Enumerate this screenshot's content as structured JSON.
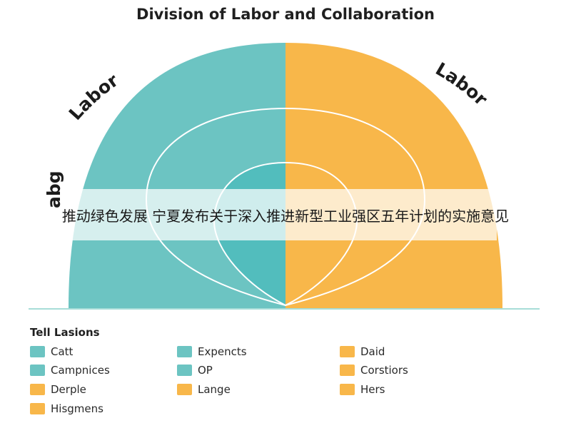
{
  "title": "Division of Labor and Collaboration",
  "diagram": {
    "left_label": "Labor",
    "right_label": "Labor",
    "side_label": "abg",
    "colors": {
      "teal": "#6cc4c2",
      "teal_inner": "#52bdbd",
      "orange": "#f8b74a",
      "line": "#ffffff",
      "baseline": "#a7ddd8"
    }
  },
  "overlay_caption": "推动绿色发展 宁夏发布关于深入推进新型工业强区五年计划的实施意见",
  "legend": {
    "title": "Tell Lasions",
    "items": [
      {
        "label": "Catt",
        "color": "#6cc4c2"
      },
      {
        "label": "Expencts",
        "color": "#6cc4c2"
      },
      {
        "label": "Daid",
        "color": "#f8b74a"
      },
      {
        "label": "Campnices",
        "color": "#6cc4c2"
      },
      {
        "label": "OP",
        "color": "#6cc4c2"
      },
      {
        "label": "Corstiors",
        "color": "#f8b74a"
      },
      {
        "label": "Derple",
        "color": "#f8b74a"
      },
      {
        "label": "Lange",
        "color": "#f8b74a"
      },
      {
        "label": "Hers",
        "color": "#f8b74a"
      },
      {
        "label": "Hisgmens",
        "color": "#f8b74a"
      }
    ]
  }
}
